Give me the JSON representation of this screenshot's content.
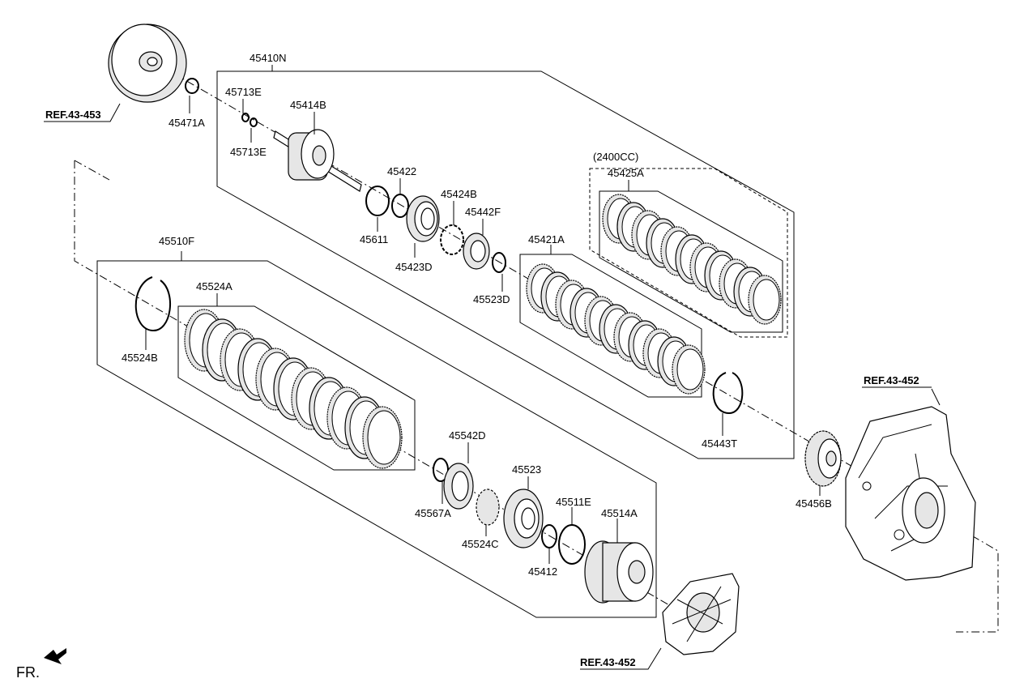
{
  "parts": {
    "p45410N": "45410N",
    "p45713E_a": "45713E",
    "p45713E_b": "45713E",
    "p45414B": "45414B",
    "p45471A": "45471A",
    "p45422": "45422",
    "p45424B": "45424B",
    "p45442F": "45442F",
    "p45611": "45611",
    "p45423D": "45423D",
    "p45523D": "45523D",
    "p45421A": "45421A",
    "p2400CC": "(2400CC)",
    "p45425A": "45425A",
    "p45510F": "45510F",
    "p45524A": "45524A",
    "p45524B": "45524B",
    "p45443T": "45443T",
    "p45542D": "45542D",
    "p45523": "45523",
    "p45511E": "45511E",
    "p45514A": "45514A",
    "p45567A": "45567A",
    "p45524C": "45524C",
    "p45412": "45412",
    "p45456B": "45456B"
  },
  "refs": {
    "ref_453": "REF.43-453",
    "ref_452_top": "REF.43-452",
    "ref_452_bottom": "REF.43-452"
  },
  "direction": {
    "fr": "FR."
  }
}
